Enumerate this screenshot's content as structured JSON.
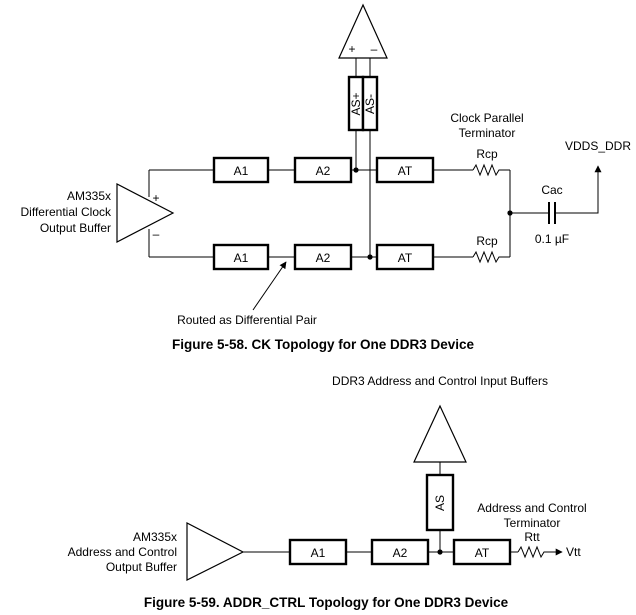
{
  "fig58": {
    "caption": "Figure 5-58. CK Topology for One DDR3 Device",
    "driver_label": [
      "AM335x",
      "Differential Clock",
      "Output Buffer"
    ],
    "driver_plus": "+",
    "driver_minus": "–",
    "receiver_plus": "+",
    "receiver_minus": "–",
    "as_plus": "AS+",
    "as_minus": "AS-",
    "segments": [
      "A1",
      "A2",
      "AT"
    ],
    "terminator_label": [
      "Clock Parallel",
      "Terminator"
    ],
    "rcp": "Rcp",
    "vdds": "VDDS_DDR",
    "cac": "Cac",
    "cac_value": "0.1 µF",
    "routed_note": "Routed as Differential Pair"
  },
  "fig59": {
    "caption": "Figure 5-59. ADDR_CTRL Topology for One DDR3 Device",
    "receiver_title": "DDR3 Address and Control Input Buffers",
    "driver_label": [
      "AM335x",
      "Address and Control",
      "Output Buffer"
    ],
    "segments": [
      "A1",
      "A2",
      "AT"
    ],
    "as": "AS",
    "terminator_label": [
      "Address and Control",
      "Terminator"
    ],
    "rtt": "Rtt",
    "vtt": "Vtt"
  }
}
